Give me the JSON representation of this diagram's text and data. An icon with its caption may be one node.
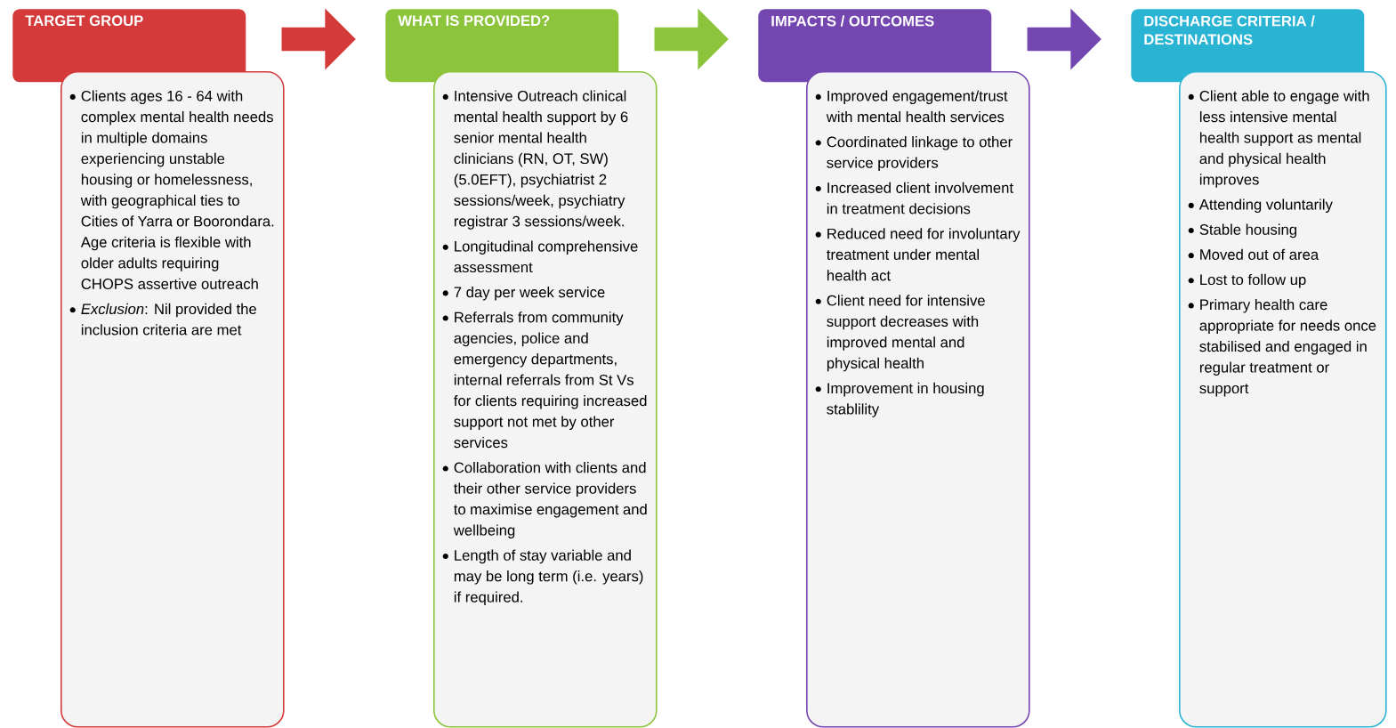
{
  "diagram": {
    "nodes": [
      {
        "text": [
          "TARGET GROUP"
        ]
      },
      {
        "text": [
          "Clients ages 16 - 64 with complex mental health needs in multiple domains experiencing unstable housing or homelessness, with geographical ties to Cities of Yarra or Boorondara. Age criteria is flexible with older adults requiring CHOPS assertive outreach",
          "*Exclusion*: Nil provided the inclusion criteria are met"
        ]
      },
      {
        "text": [
          "WHAT IS PROVIDED?"
        ]
      },
      {
        "text": [
          "Intensive Outreach clinical mental health support by 6 senior mental health clinicians (RN, OT, SW) (5.0EFT), psychiatrist 2 sessions/week, psychiatry registrar 3 sessions/week.",
          "Longitudinal comprehensive assessment",
          "7 day per week service",
          "Referrals from community agencies, police and emergency departments, internal referrals from St Vs for clients requiring increased support not met by other services",
          "Collaboration with clients and their other service providers to maximise engagement and wellbeing",
          "Length of stay variable and may be long term (i.e. years) if required."
        ]
      },
      {
        "text": [
          "IMPACTS / OUTCOMES"
        ]
      },
      {
        "text": [
          "Improved engagement/trust with mental health services",
          "Coordinated linkage to other service providers",
          "Increased client involvement in treatment decisions",
          "Reduced need for involuntary treatment under mental health act",
          "Client need for intensive support decreases with improved mental and physical health",
          "Improvement in housing stablility"
        ]
      },
      {
        "text": [
          "DISCHARGE CRITERIA / DESTINATIONS"
        ]
      },
      {
        "text": [
          "Client able to engage with less intensive mental health support as mental and physical health improves",
          "Attending voluntarily",
          "Stable housing",
          "Moved out of area",
          "Lost to follow up",
          "Primary health care appropriate for needs once stabilised and engaged in regular treatment or support"
        ]
      }
    ],
    "edges": [
      {
        "from": 0,
        "to": 2,
        "arrow": "to",
        "color": "#d43a3a"
      },
      {
        "from": 2,
        "to": 4,
        "arrow": "to",
        "color": "#8cc43c"
      },
      {
        "from": 4,
        "to": 6,
        "arrow": "to",
        "color": "#7447b0"
      }
    ]
  }
}
